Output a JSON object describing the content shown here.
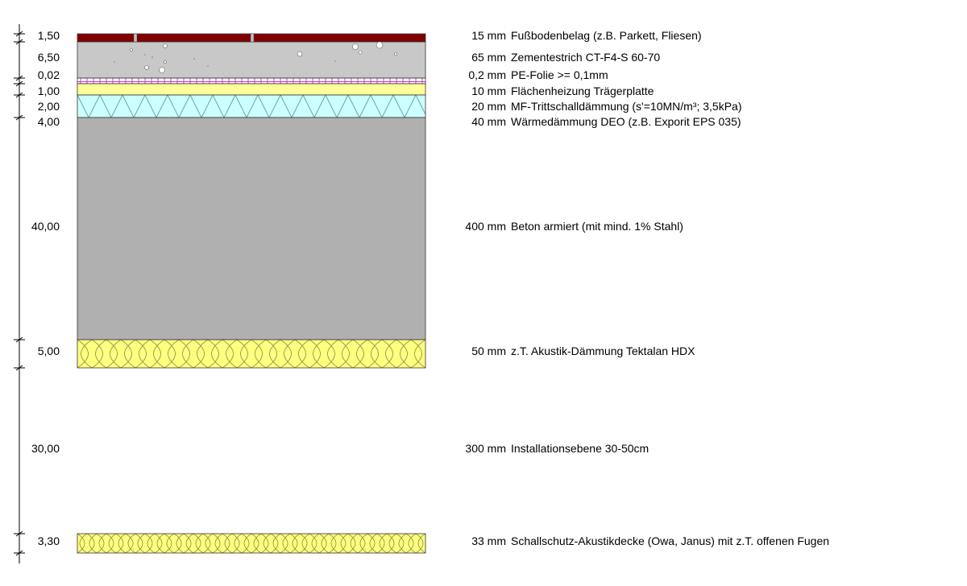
{
  "colors": {
    "flooring": "#800000",
    "screed": "#c8c8c8",
    "pe_foil": "#ffffff",
    "heating_plate": "#ffff99",
    "impact_insulation": "#ccffff",
    "concrete": "#b0b0b0",
    "acoustic": "#ffff80"
  },
  "layers": [
    {
      "dim": "1,50",
      "thickness": "15 mm",
      "description": "Fußbodenbelag (z.B. Parkett, Fliesen)",
      "pattern": "flooring"
    },
    {
      "dim": "6,50",
      "thickness": "65 mm",
      "description": "Zementestrich CT-F4-S 60-70",
      "pattern": "screed"
    },
    {
      "dim": "0,02",
      "thickness": "0,2 mm",
      "description": "PE-Folie >= 0,1mm",
      "pattern": "pe_foil"
    },
    {
      "dim": "1,00",
      "thickness": "10 mm",
      "description": "Flächenheizung Trägerplatte",
      "pattern": "heating_plate"
    },
    {
      "dim": "2,00",
      "thickness": "20 mm",
      "description": "MF-Trittschalldämmung (s'=10MN/m³; 3,5kPa)",
      "pattern": "impact_insulation"
    },
    {
      "dim": "4,00",
      "thickness": "40 mm",
      "description": "Wärmedämmung DEO (z.B. Exporit EPS 035)",
      "pattern": "none"
    },
    {
      "dim": "40,00",
      "thickness": "400 mm",
      "description": "Beton armiert (mit mind. 1% Stahl)",
      "pattern": "concrete"
    },
    {
      "dim": "5,00",
      "thickness": "50 mm",
      "description": "z.T. Akustik-Dämmung Tektalan HDX",
      "pattern": "acoustic"
    },
    {
      "dim": "30,00",
      "thickness": "300 mm",
      "description": "Installationsebene 30-50cm",
      "pattern": "void"
    },
    {
      "dim": "3,30",
      "thickness": "33 mm",
      "description": "Schallschutz-Akustikdecke (Owa, Janus) mit z.T. offenen Fugen",
      "pattern": "acoustic_small"
    }
  ]
}
